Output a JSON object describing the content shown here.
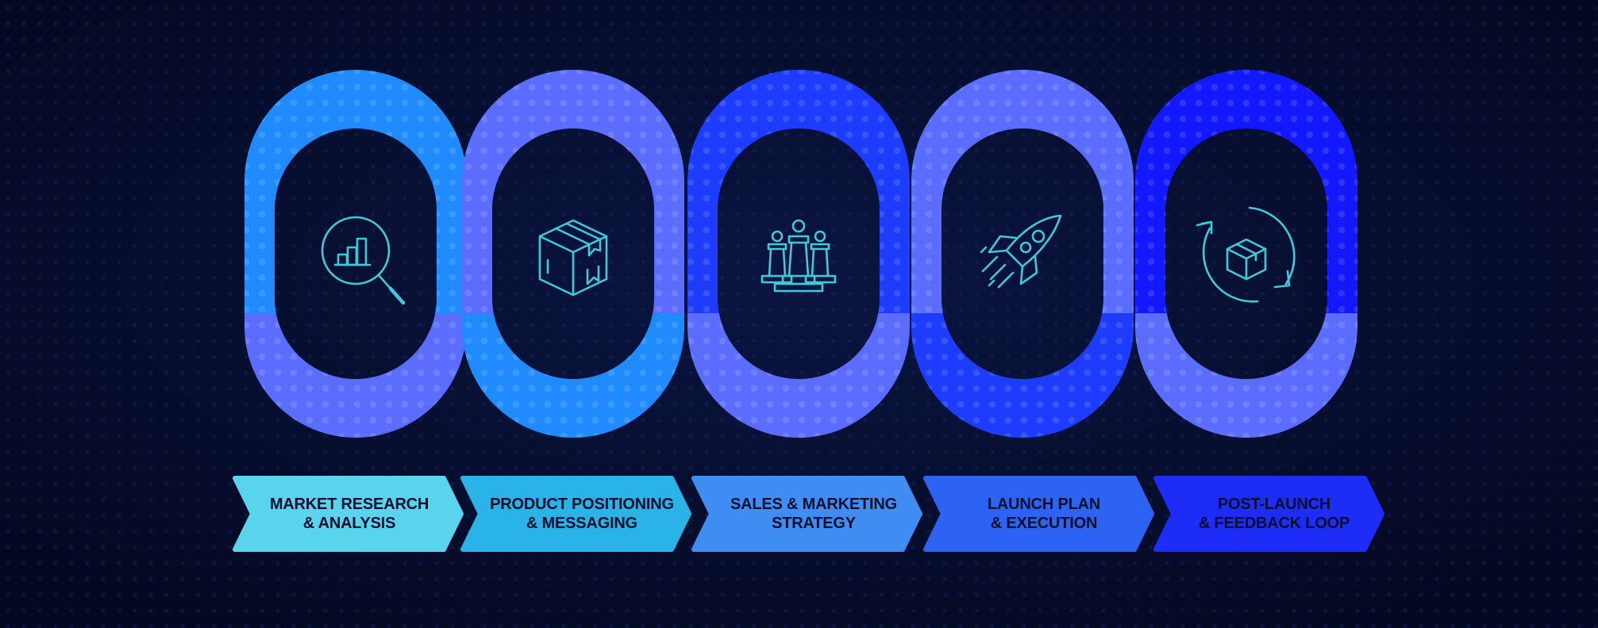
{
  "colors": {
    "background": "#050a24",
    "ring_bright_blue": "#1f8bff",
    "ring_periwinkle": "#5a6dff",
    "ring_royal": "#1c3cff",
    "ring_indigo": "#1218ff",
    "icon_stroke": "#3fc9d9",
    "label_fills": [
      "#5ad3ec",
      "#2ab3e6",
      "#3f8cf2",
      "#2d63f3",
      "#1d2cf6"
    ]
  },
  "steps": [
    {
      "line1": "MARKET RESEARCH",
      "line2": "& ANALYSIS",
      "icon": "magnifier-chart-icon"
    },
    {
      "line1": "PRODUCT POSITIONING",
      "line2": "& MESSAGING",
      "icon": "package-box-icon"
    },
    {
      "line1": "SALES & MARKETING",
      "line2": "STRATEGY",
      "icon": "chess-pieces-icon"
    },
    {
      "line1": "LAUNCH PLAN",
      "line2": "& EXECUTION",
      "icon": "rocket-icon"
    },
    {
      "line1": "POST-LAUNCH",
      "line2": "& FEEDBACK LOOP",
      "icon": "feedback-loop-box-icon"
    }
  ]
}
